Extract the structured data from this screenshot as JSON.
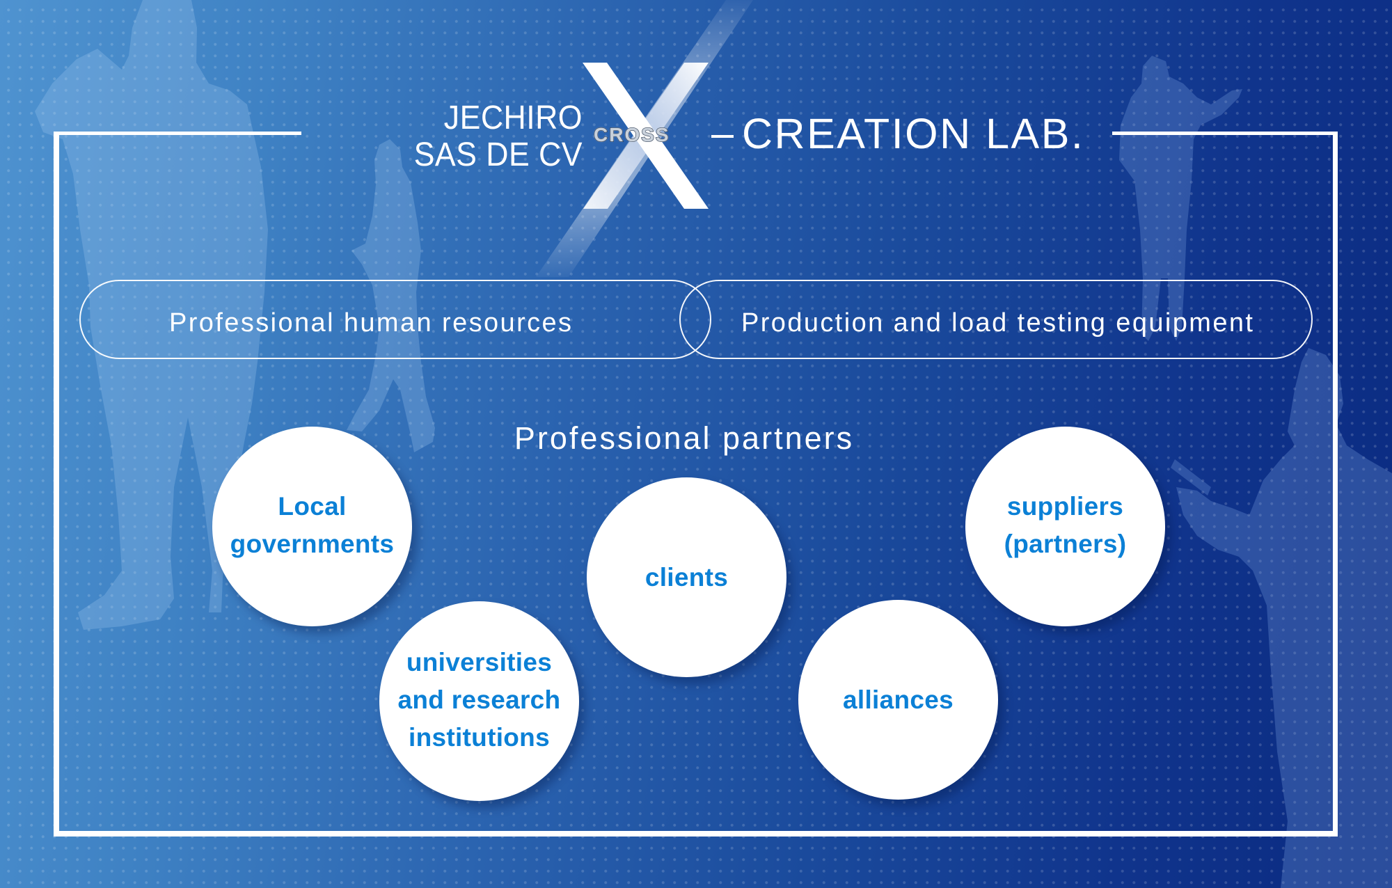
{
  "title": {
    "company_line1": "JECHIRO",
    "company_line2": "SAS DE CV",
    "cross_symbol": "X",
    "cross_label": "CROSS",
    "dash": "–",
    "lab_name": "CREATION LAB."
  },
  "resources": [
    {
      "label": "Professional human resources"
    },
    {
      "label": "Production and load testing equipment"
    }
  ],
  "partners": {
    "heading": "Professional partners",
    "items": [
      {
        "label": "Local\ngovernments"
      },
      {
        "label": "universities\nand research\ninstitutions"
      },
      {
        "label": "clients"
      },
      {
        "label": "alliances"
      },
      {
        "label": "suppliers\n(partners)"
      }
    ]
  },
  "colors": {
    "background_left": "#4f93d0",
    "background_right": "#0a2a80",
    "circle_text": "#0b80d6",
    "frame": "#ffffff"
  }
}
